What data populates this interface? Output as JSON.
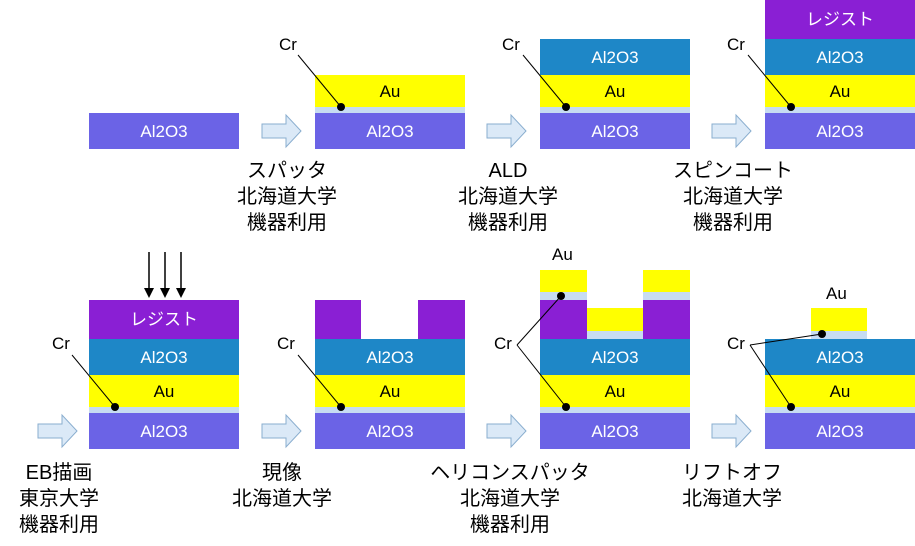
{
  "labels": {
    "substrate": "Al2O3",
    "gold": "Au",
    "chromium": "Cr",
    "alumina": "Al2O3",
    "resist": "レジスト"
  },
  "steps": [
    {
      "lines": [
        "スパッタ",
        "北海道大学",
        "機器利用"
      ]
    },
    {
      "lines": [
        "ALD",
        "北海道大学",
        "機器利用"
      ]
    },
    {
      "lines": [
        "スピンコート",
        "北海道大学",
        "機器利用"
      ]
    },
    {
      "lines": [
        "EB描画",
        "東京大学",
        "機器利用"
      ]
    },
    {
      "lines": [
        "現像",
        "北海道大学"
      ]
    },
    {
      "lines": [
        "ヘリコンスパッタ",
        "北海道大学",
        "機器利用"
      ]
    },
    {
      "lines": [
        "リフトオフ",
        "北海道大学"
      ]
    }
  ],
  "colors": {
    "substrate": "#6b63e6",
    "gold": "#ffff00",
    "chromium": "#c7dcf2",
    "alumina": "#1e87c7",
    "resist": "#8a1fd4",
    "arrow_fill": "#dbe9f7",
    "arrow_stroke": "#8aaecf"
  }
}
